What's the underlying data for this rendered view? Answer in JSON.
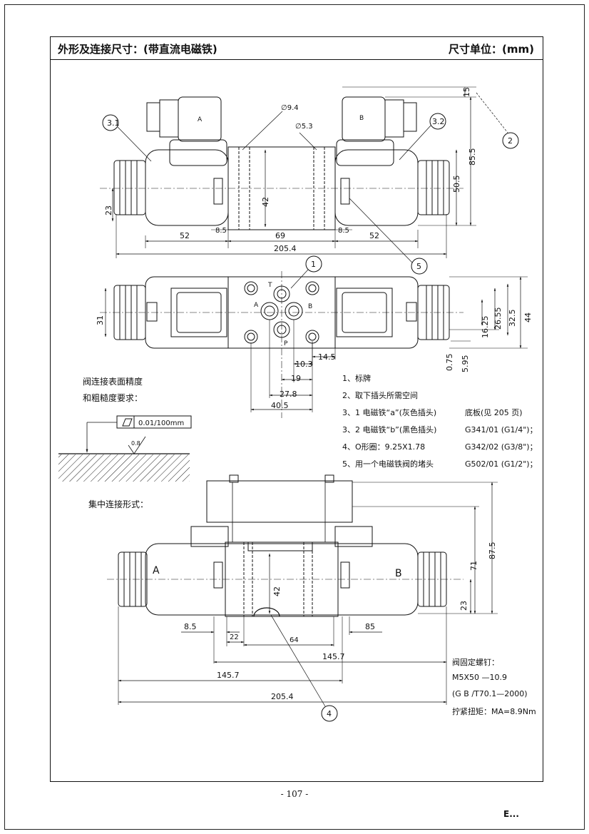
{
  "header": {
    "title": "外形及连接尺寸：(带直流电磁铁)",
    "unit": "尺寸单位：(mm)"
  },
  "view1": {
    "balloons": [
      "3.1",
      "3.2",
      "2",
      "5"
    ],
    "dims": [
      "15",
      "85.5",
      "50.5",
      "23",
      "42",
      "52",
      "8.5",
      "69",
      "8.5",
      "52",
      "205.4"
    ],
    "holes": [
      "∅9.4",
      "∅5.3"
    ],
    "coil_labels": [
      "A",
      "B"
    ]
  },
  "view2": {
    "balloon": "1",
    "ports": [
      "T",
      "A",
      "B",
      "P"
    ],
    "dims": [
      "31",
      "44",
      "32.5",
      "26.55",
      "16.25",
      "0.75",
      "5.95",
      "14.5",
      "10.3",
      "19",
      "27.8",
      "40.5"
    ]
  },
  "surface": {
    "title_line1": "阀连接表面精度",
    "title_line2": "和粗糙度要求：",
    "flatness": "0.01/100mm",
    "roughness": "0.8"
  },
  "notes": [
    "1、标牌",
    "2、取下插头所需空间",
    "3、1 电磁铁“a”(灰色插头)",
    "3、2 电磁铁“b”(黑色插头)",
    "4、O形圈：9.25X1.78",
    "5、用一个电磁铁阀的堵头"
  ],
  "subplates": [
    "底板(见 205 页)",
    "G341/01 (G1/4\")；",
    "G342/02 (G3/8\")；",
    "G502/01 (G1/2\")；"
  ],
  "view3": {
    "title": "集中连接形式：",
    "labels": [
      "A",
      "B"
    ],
    "balloon": "4",
    "dims": [
      "87.5",
      "71",
      "23",
      "42",
      "8.5",
      "22",
      "64",
      "85",
      "145.7",
      "145.7",
      "205.4"
    ]
  },
  "bolt": {
    "title": "阀固定螺钉：",
    "spec": "M5X50 —10.9",
    "std": "(G B /T70.1—2000)",
    "torque": "拧紧扭矩：MA=8.9Nm"
  },
  "footer": {
    "page": "- 107 -",
    "corner": "E..."
  }
}
